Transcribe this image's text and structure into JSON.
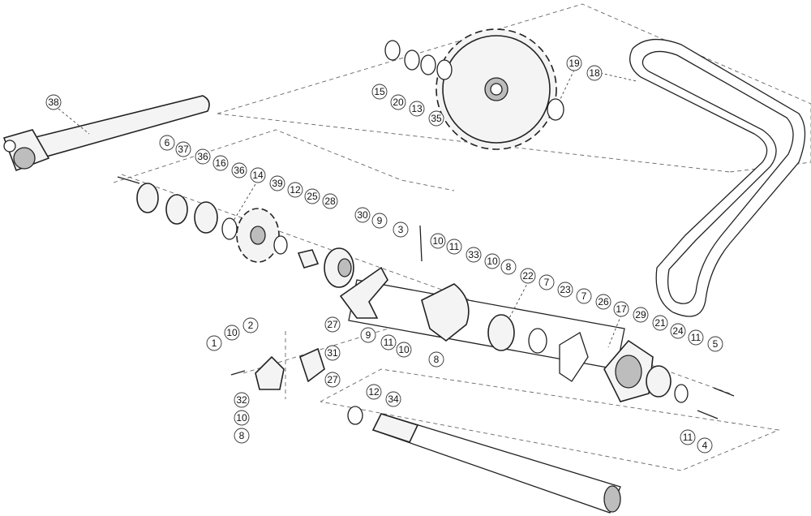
{
  "diagram": {
    "type": "exploded-parts-drawing",
    "callouts": [
      "38",
      "15",
      "20",
      "13",
      "35",
      "19",
      "18",
      "6",
      "37",
      "36",
      "16",
      "36",
      "14",
      "39",
      "12",
      "25",
      "28",
      "30",
      "9",
      "3",
      "10",
      "11",
      "33",
      "10",
      "8",
      "22",
      "7",
      "23",
      "7",
      "26",
      "17",
      "29",
      "21",
      "24",
      "11",
      "5",
      "9",
      "11",
      "10",
      "8",
      "1",
      "10",
      "2",
      "27",
      "31",
      "27",
      "32",
      "10",
      "8",
      "12",
      "34",
      "11",
      "4"
    ]
  }
}
